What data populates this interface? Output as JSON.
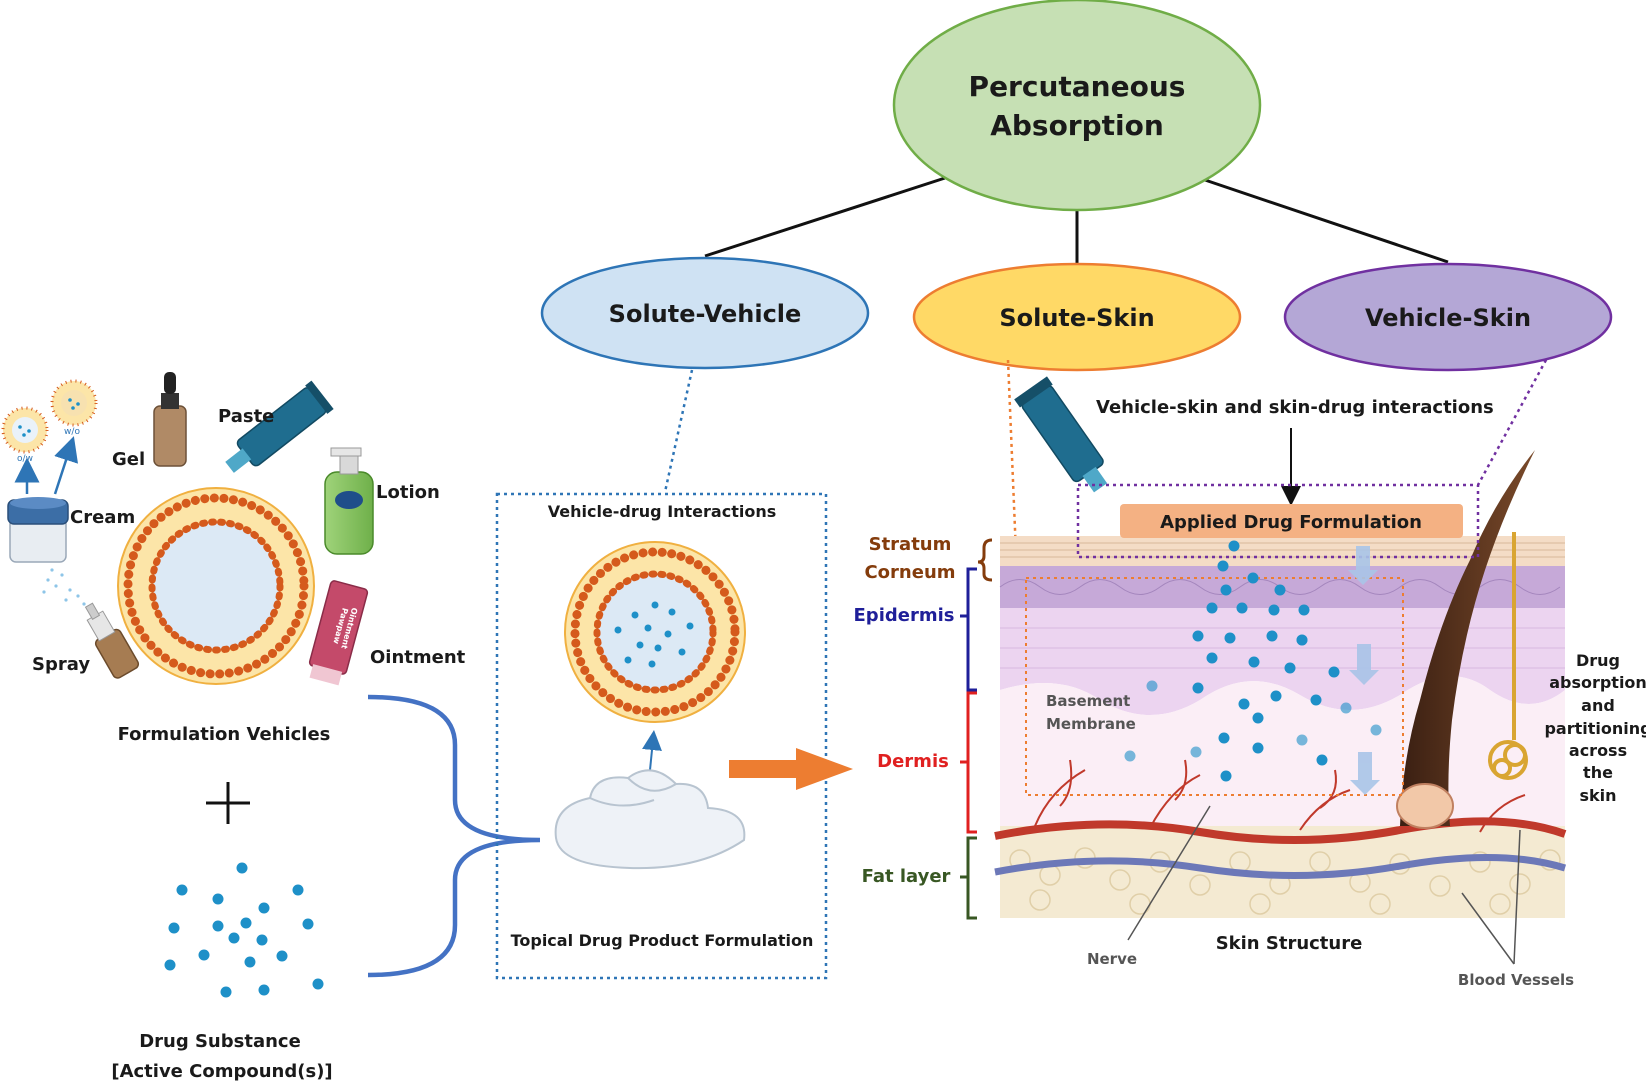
{
  "nodes": {
    "root": "Percutaneous Absorption",
    "root_line1": "Percutaneous",
    "root_line2": "Absorption",
    "solute_vehicle": "Solute-Vehicle",
    "solute_skin": "Solute-Skin",
    "vehicle_skin": "Vehicle-Skin"
  },
  "vehicles": {
    "paste": "Paste",
    "gel": "Gel",
    "lotion": "Lotion",
    "cream": "Cream",
    "spray": "Spray",
    "ointment": "Ointment",
    "ow": "o/w",
    "wo": "w/o",
    "tube_print_1": "Pawpaw",
    "tube_print_2": "Ointment",
    "caption": "Formulation Vehicles"
  },
  "drug": {
    "line1": "Drug Substance",
    "line2": "[Active Compound(s)]"
  },
  "interaction_box": {
    "title": "Vehicle-drug Interactions",
    "caption": "Topical Drug Product Formulation"
  },
  "skin": {
    "header": "Vehicle-skin and skin-drug interactions",
    "applied": "Applied Drug Formulation",
    "stratum_1": "Stratum",
    "stratum_2": "Corneum",
    "epidermis": "Epidermis",
    "dermis": "Dermis",
    "fat": "Fat layer",
    "basement_1": "Basement",
    "basement_2": "Membrane",
    "title": "Skin Structure",
    "nerve": "Nerve",
    "vessels": "Blood Vessels",
    "absorption_lines": [
      "Drug",
      "absorption",
      "and",
      "partitioning",
      "across",
      "the",
      "skin"
    ]
  },
  "colors": {
    "root_fill": "#c6e0b4",
    "root_stroke": "#70ad47",
    "solute_vehicle_fill": "#cfe2f3",
    "solute_vehicle_stroke": "#2e75b6",
    "solute_skin_fill": "#ffd966",
    "solute_skin_stroke": "#ed7d31",
    "vehicle_skin_fill": "#b4a7d6",
    "vehicle_skin_stroke": "#7030a0",
    "bracket": "#4472c4",
    "drug_dot": "#1e90c8",
    "arrow": "#ed7d31",
    "stratum_label": "#843c0c",
    "epidermis_label": "#1f1f99",
    "dermis_label": "#e02020",
    "fat_label": "#385723"
  }
}
